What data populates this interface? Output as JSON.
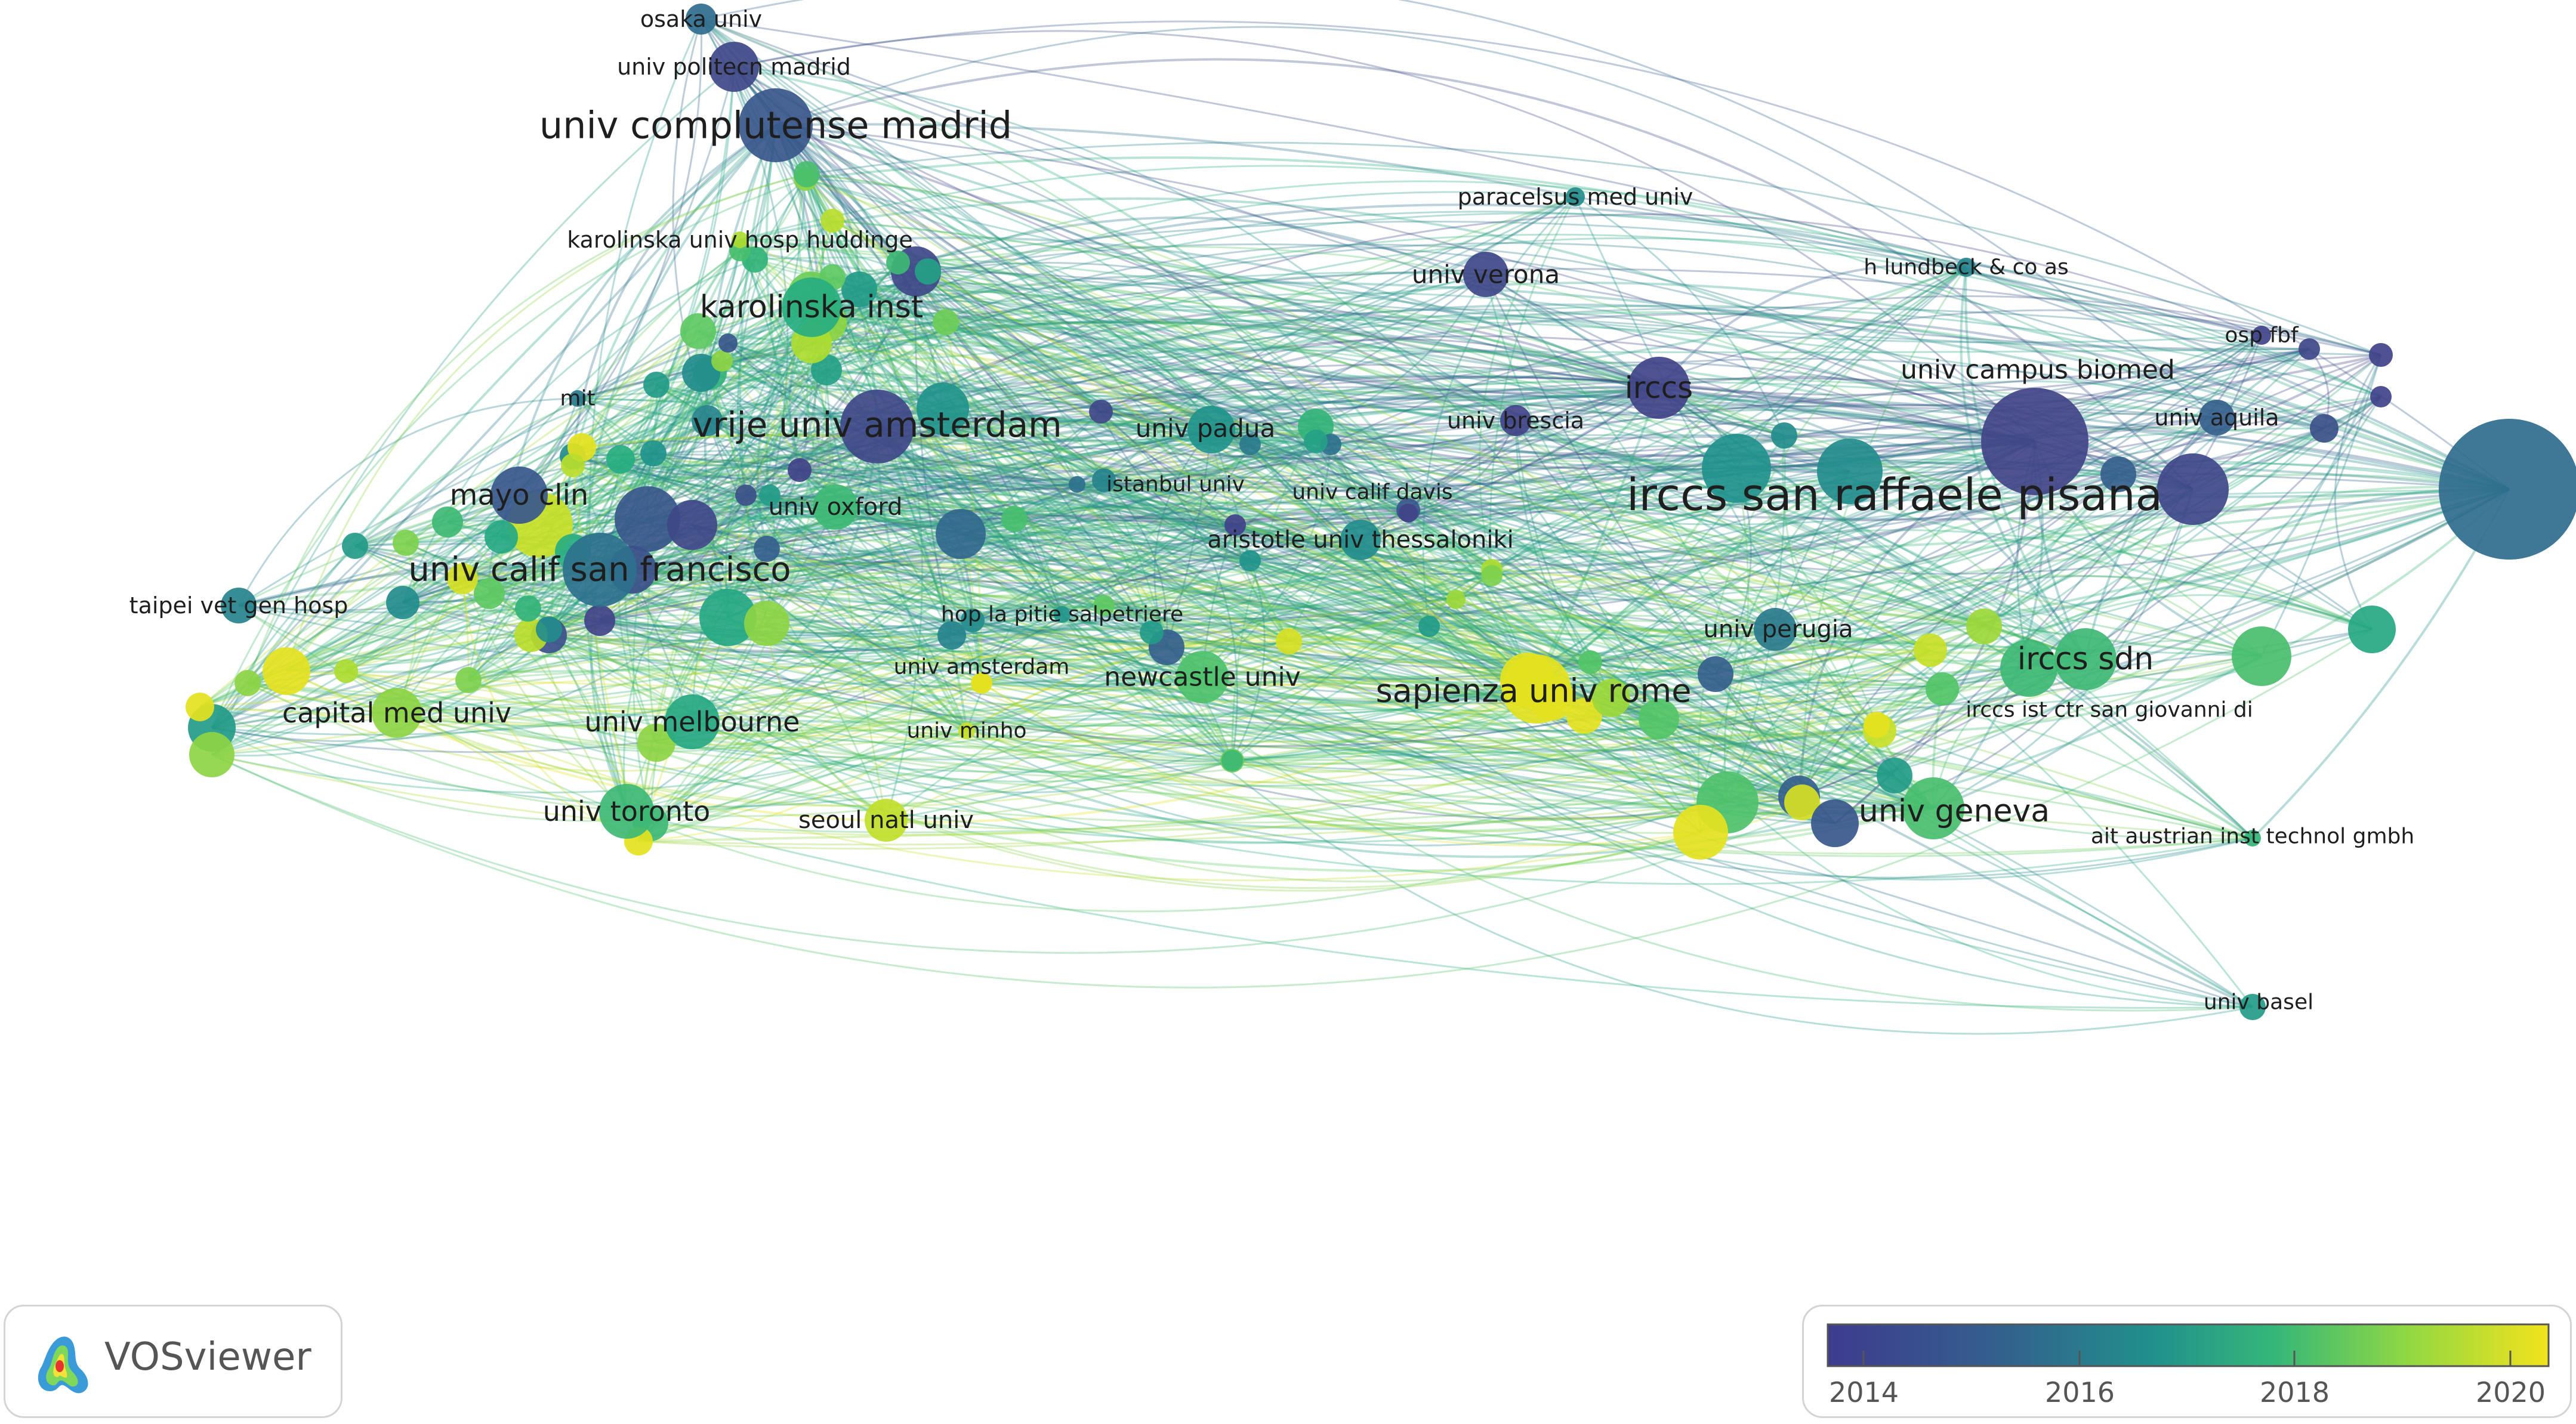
{
  "app": {
    "name": "VOSviewer"
  },
  "legend": {
    "ticks": [
      "2014",
      "2016",
      "2018",
      "2020"
    ]
  },
  "colors": {
    "scale_start": "#3e3b8f",
    "scale_mid": "#21a18a",
    "scale_green": "#5ec962",
    "scale_end": "#f0e11e"
  },
  "network": {
    "nodes": [
      {
        "label": "irccs san raffaele pisana",
        "year": 2015.5,
        "weight": 10
      },
      {
        "label": "univ complutense madrid",
        "year": 2015.0,
        "weight": 6
      },
      {
        "label": "vrije univ amsterdam",
        "year": 2014.6,
        "weight": 6
      },
      {
        "label": "univ calif san francisco",
        "year": 2015.6,
        "weight": 6
      },
      {
        "label": "sapienza univ rome",
        "year": 2020.0,
        "weight": 6
      },
      {
        "label": "univ geneva",
        "year": 2017.8,
        "weight": 5
      },
      {
        "label": "irccs sdn",
        "year": 2017.6,
        "weight": 5
      },
      {
        "label": "irccs",
        "year": 2014.3,
        "weight": 5
      },
      {
        "label": "karolinska inst",
        "year": 2017.2,
        "weight": 5
      },
      {
        "label": "mayo clin",
        "year": 2015.0,
        "weight": 4
      },
      {
        "label": "univ melbourne",
        "year": 2017.0,
        "weight": 4
      },
      {
        "label": "univ toronto",
        "year": 2017.6,
        "weight": 4
      },
      {
        "label": "newcastle univ",
        "year": 2017.9,
        "weight": 4
      },
      {
        "label": "univ campus biomed",
        "year": 2014.5,
        "weight": 5
      },
      {
        "label": "capital med univ",
        "year": 2018.8,
        "weight": 4
      },
      {
        "label": "univ verona",
        "year": 2014.6,
        "weight": 3
      },
      {
        "label": "univ padua",
        "year": 2016.4,
        "weight": 3
      },
      {
        "label": "univ oxford",
        "year": 2017.6,
        "weight": 3
      },
      {
        "label": "aristotle univ thessaloniki",
        "year": 2016.2,
        "weight": 3
      },
      {
        "label": "univ perugia",
        "year": 2015.8,
        "weight": 3
      },
      {
        "label": "seoul natl univ",
        "year": 2019.5,
        "weight": 3
      },
      {
        "label": "univ aquila",
        "year": 2015.2,
        "weight": 2
      },
      {
        "label": "univ brescia",
        "year": 2014.4,
        "weight": 2
      },
      {
        "label": "univ politecn madrid",
        "year": 2014.6,
        "weight": 3
      },
      {
        "label": "osaka univ",
        "year": 2015.5,
        "weight": 2
      },
      {
        "label": "paracelsus med univ",
        "year": 2016.2,
        "weight": 1
      },
      {
        "label": "h lundbeck & co as",
        "year": 2016.0,
        "weight": 1
      },
      {
        "label": "osp fbf",
        "year": 2014.2,
        "weight": 1
      },
      {
        "label": "karolinska univ hosp huddinge",
        "year": 2019.2,
        "weight": 1
      },
      {
        "label": "mit",
        "year": 2015.8,
        "weight": 1
      },
      {
        "label": "taipei vet gen hosp",
        "year": 2016.0,
        "weight": 2
      },
      {
        "label": "istanbul univ",
        "year": 2015.6,
        "weight": 1
      },
      {
        "label": "univ calif davis",
        "year": 2014.5,
        "weight": 1
      },
      {
        "label": "hop la pitie salpetriere",
        "year": 2016.4,
        "weight": 1
      },
      {
        "label": "univ amsterdam",
        "year": 2020.0,
        "weight": 1
      },
      {
        "label": "univ minho",
        "year": 2019.6,
        "weight": 1
      },
      {
        "label": "irccs ist ctr san giovanni di",
        "year": 2020.0,
        "weight": 1
      },
      {
        "label": "ait austrian inst technol gmbh",
        "year": 2017.4,
        "weight": 1
      },
      {
        "label": "univ basel",
        "year": 2016.6,
        "weight": 1
      }
    ]
  }
}
